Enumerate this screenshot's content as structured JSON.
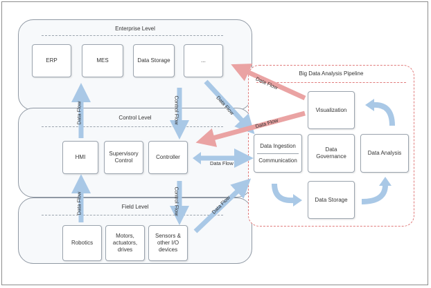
{
  "levels": {
    "enterprise": "Enterprise Level",
    "control": "Control Level",
    "field": "Field Level"
  },
  "enterprise_boxes": {
    "erp": "ERP",
    "mes": "MES",
    "storage": "Data Storage",
    "ellipsis": "..."
  },
  "control_boxes": {
    "hmi": "HMI",
    "supervisory": "Supervisory Control",
    "controller": "Controller"
  },
  "field_boxes": {
    "robotics": "Robotics",
    "motors": "Motors, actuators, drives",
    "sensors": "Sensors & other I/O devices"
  },
  "pipeline": {
    "title": "Big Data Analysis Pipeline",
    "visualization": "Visualization",
    "ingestion": "Data Ingestion",
    "communication": "Communication",
    "governance": "Data Governance",
    "analysis": "Data Analysis",
    "storage": "Data Storage"
  },
  "flows": {
    "data_flow": "Data Flow",
    "control_flow": "Control Flow"
  },
  "colors": {
    "blue_arrow": "#a9c8e6",
    "red_arrow": "#eaa3a3",
    "pipeline_border": "#e07a7a"
  }
}
